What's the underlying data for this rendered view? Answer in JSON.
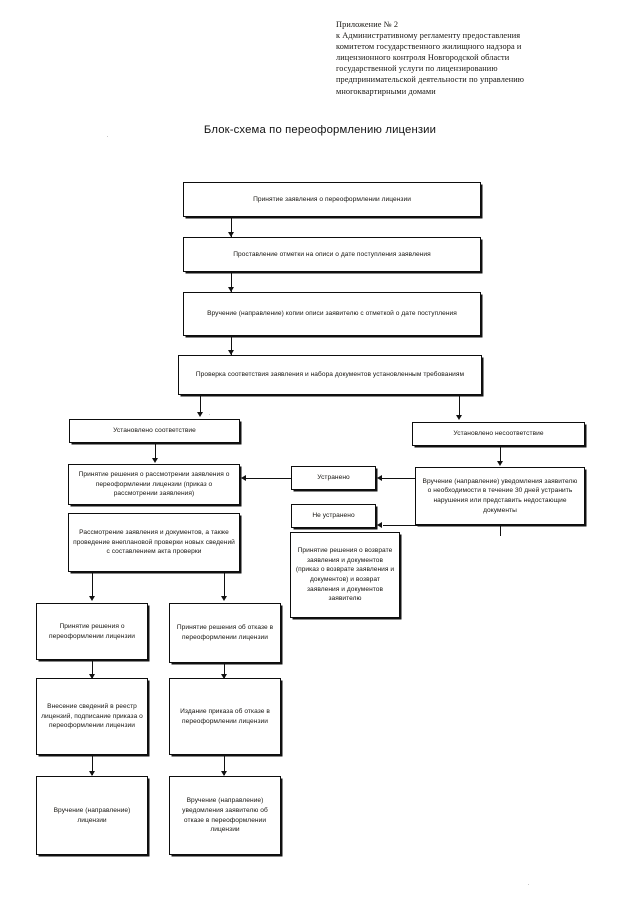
{
  "document": {
    "header_note": [
      "Приложение № 2",
      "к Административному регламенту предоставления",
      "комитетом государственного жилищного надзора и",
      "лицензионного контроля Новгородской области",
      "государственной услуги по лицензированию",
      "предпринимательской деятельности по управлению",
      "многоквартирными домами"
    ],
    "title": "Блок-схема по переоформлению лицензии"
  },
  "flowchart": {
    "nodes": {
      "accept_application": "Принятие заявления о переоформлении лицензии",
      "mark_inventory": "Проставление отметки на описи о дате поступления заявления",
      "deliver_copy": "Вручение (направление) копии описи заявителю с отметкой о дате поступления",
      "check_compliance": "Проверка соответствия заявления и набора документов установленным требованиям",
      "compliance_established": "Установлено соответствие",
      "noncompliance_established": "Установлено несоответствие",
      "decision_review": "Принятие решения о рассмотрении заявления о переоформлении лицензии (приказ о рассмотрении заявления)",
      "review_documents": "Рассмотрение заявления и документов, а также проведение внеплановой проверки новых сведений с составлением акта проверки",
      "notification_30_days": "Вручение (направление) уведомления заявителю о необходимости в течение 30 дней устранить нарушения или представить недостающие документы",
      "remedied": "Устранено",
      "not_remedied": "Не устранено",
      "return_documents": "Принятие решения о возврате заявления и документов (приказ о возврате заявления и документов) и возврат заявления и документов заявителю",
      "decision_reissue": "Принятие решения о переоформлении лицензии",
      "decision_refusal": "Принятие решения об отказе в переоформлении лицензии",
      "register_entry": "Внесение сведений в реестр лицензий, подписание приказа о переоформлении лицензии",
      "issue_refusal_order": "Издание приказа об отказе в переоформлении лицензии",
      "deliver_license": "Вручение (направление) лицензии",
      "deliver_refusal_notice": "Вручение (направление) уведомления заявителю об отказе в переоформлении лицензии"
    }
  }
}
